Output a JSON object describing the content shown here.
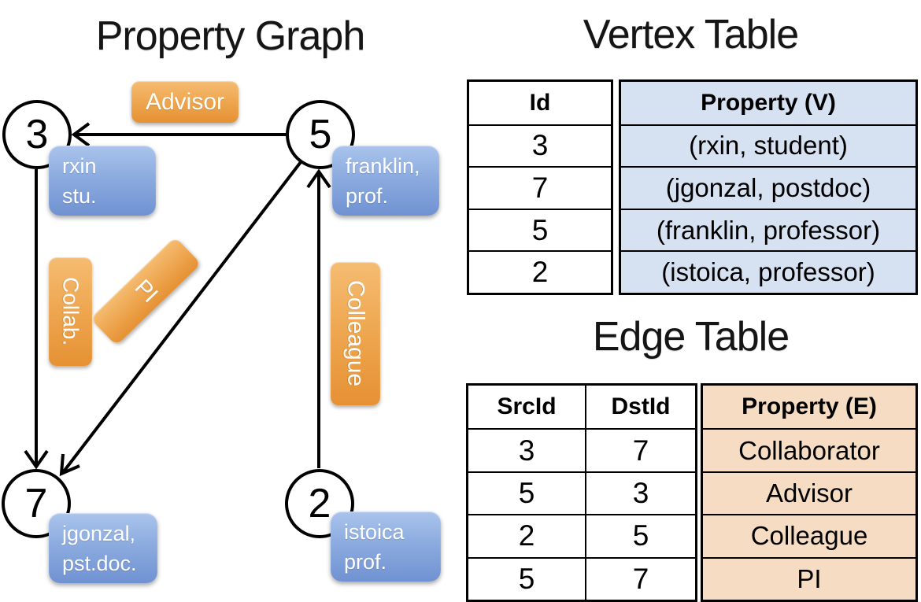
{
  "titles": {
    "graph": "Property Graph",
    "vertex": "Vertex Table",
    "edge": "Edge Table"
  },
  "colors": {
    "edge_label_orange": "#EDA44C",
    "node_property_blue": "#88A9DC",
    "vertex_cell_fill": "#D6E1F1",
    "edge_cell_fill": "#F6DCC2",
    "line_black": "#000000"
  },
  "graph": {
    "nodes": [
      {
        "id": "3",
        "prop_line1": "rxin",
        "prop_line2": "stu."
      },
      {
        "id": "5",
        "prop_line1": "franklin,",
        "prop_line2": "prof."
      },
      {
        "id": "7",
        "prop_line1": "jgonzal,",
        "prop_line2": "pst.doc."
      },
      {
        "id": "2",
        "prop_line1": "istoica",
        "prop_line2": "prof."
      }
    ],
    "edges": [
      {
        "label": "Advisor",
        "from": "5",
        "to": "3"
      },
      {
        "label": "Collab.",
        "from": "3",
        "to": "7"
      },
      {
        "label": "PI",
        "from": "5",
        "to": "7"
      },
      {
        "label": "Colleague",
        "from": "2",
        "to": "5"
      }
    ]
  },
  "vertex_table": {
    "headers": {
      "id": "Id",
      "property": "Property (V)"
    },
    "rows": [
      {
        "id": "3",
        "property": "(rxin, student)"
      },
      {
        "id": "7",
        "property": "(jgonzal, postdoc)"
      },
      {
        "id": "5",
        "property": "(franklin, professor)"
      },
      {
        "id": "2",
        "property": "(istoica, professor)"
      }
    ]
  },
  "edge_table": {
    "headers": {
      "src": "SrcId",
      "dst": "DstId",
      "property": "Property (E)"
    },
    "rows": [
      {
        "src": "3",
        "dst": "7",
        "property": "Collaborator"
      },
      {
        "src": "5",
        "dst": "3",
        "property": "Advisor"
      },
      {
        "src": "2",
        "dst": "5",
        "property": "Colleague"
      },
      {
        "src": "5",
        "dst": "7",
        "property": "PI"
      }
    ]
  }
}
